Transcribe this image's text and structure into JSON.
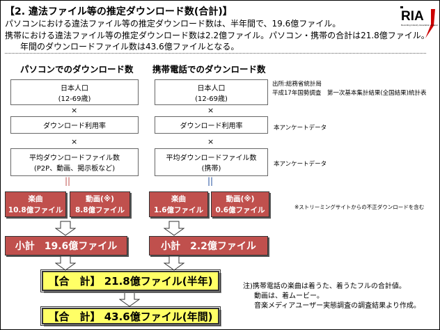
{
  "title": "【2. 違法ファイル等の推定ダウンロード数(合計)】",
  "lead": [
    "パソコンにおける違法ファイル等の推定ダウンロード数は、半年間で、19.6億ファイル。",
    "携帯における違法ファイル等の推定ダウンロード数は2.2億ファイル。パソコン・携帯の合計は21.8億ファイル。",
    "年間のダウンロードファイル数は43.6億ファイルとなる。"
  ],
  "logo": {
    "text": "RIAJ",
    "subtitle": "Recording Industry Association of Japan",
    "accent": "#cc0000"
  },
  "pc": {
    "heading": "パソコンでのダウンロード数",
    "pop": [
      "日本人口",
      "(12-69歳)"
    ],
    "rate": "ダウンロード利用率",
    "avg": [
      "平均ダウンロードファイル数",
      "(P2P、動画、掲示板など)"
    ],
    "music": [
      "楽曲",
      "10.8億ファイル"
    ],
    "video": [
      "動画(※)",
      "8.8億ファイル"
    ],
    "subtotal": "小計　19.6億ファイル"
  },
  "mobile": {
    "heading": "携帯電話でのダウンロード数",
    "pop": [
      "日本人口",
      "(12-69歳)"
    ],
    "rate": "ダウンロード利用率",
    "avg": [
      "平均ダウンロードファイル数",
      "(携帯)"
    ],
    "music": [
      "楽曲",
      "1.6億ファイル"
    ],
    "video": [
      "動画(※)",
      "0.6億ファイル"
    ],
    "subtotal": "小計　2.2億ファイル"
  },
  "times": "×",
  "equals": "||",
  "sources": {
    "pop": [
      "出所:総務省統計局",
      "平成17年国勢調査　第一次基本集計結果(全国結果)統計表"
    ],
    "rate": "本アンケートデータ",
    "avg": "本アンケートデータ",
    "streaming": "※ストリーミングサイトからの不正ダウンロードを含む"
  },
  "total_half": "【合　計】 21.8億ファイル(半年)",
  "total_year": "【合　計】 43.6億ファイル(年間)",
  "footnote": [
    "注)携帯電話の楽曲は着うた、着うたフルの合計値。",
    "動画は、着ムービー。",
    "音楽メディアユーザー実態調査の調査結果より作成。"
  ],
  "colors": {
    "red_box": "#c0504d",
    "yellow_box": "#ffff66"
  }
}
